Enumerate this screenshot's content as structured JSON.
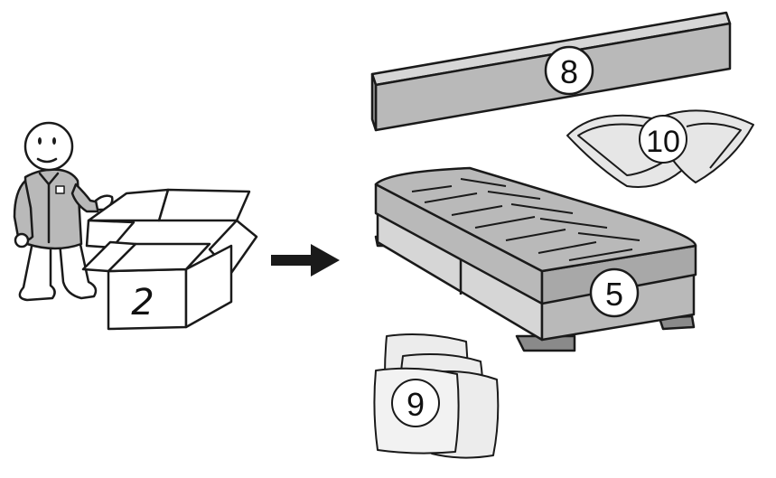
{
  "illustration": {
    "box_label": "2",
    "parts": [
      {
        "id": "headboard",
        "label": "8"
      },
      {
        "id": "cover",
        "label": "10"
      },
      {
        "id": "mattress-base",
        "label": "5"
      },
      {
        "id": "cushions",
        "label": "9"
      }
    ],
    "colors": {
      "stroke": "#1a1a1a",
      "grey_dark": "#9e9e9e",
      "grey_mid": "#b9b9b9",
      "grey_light": "#d6d6d6",
      "paper": "#f2f2f2"
    }
  }
}
